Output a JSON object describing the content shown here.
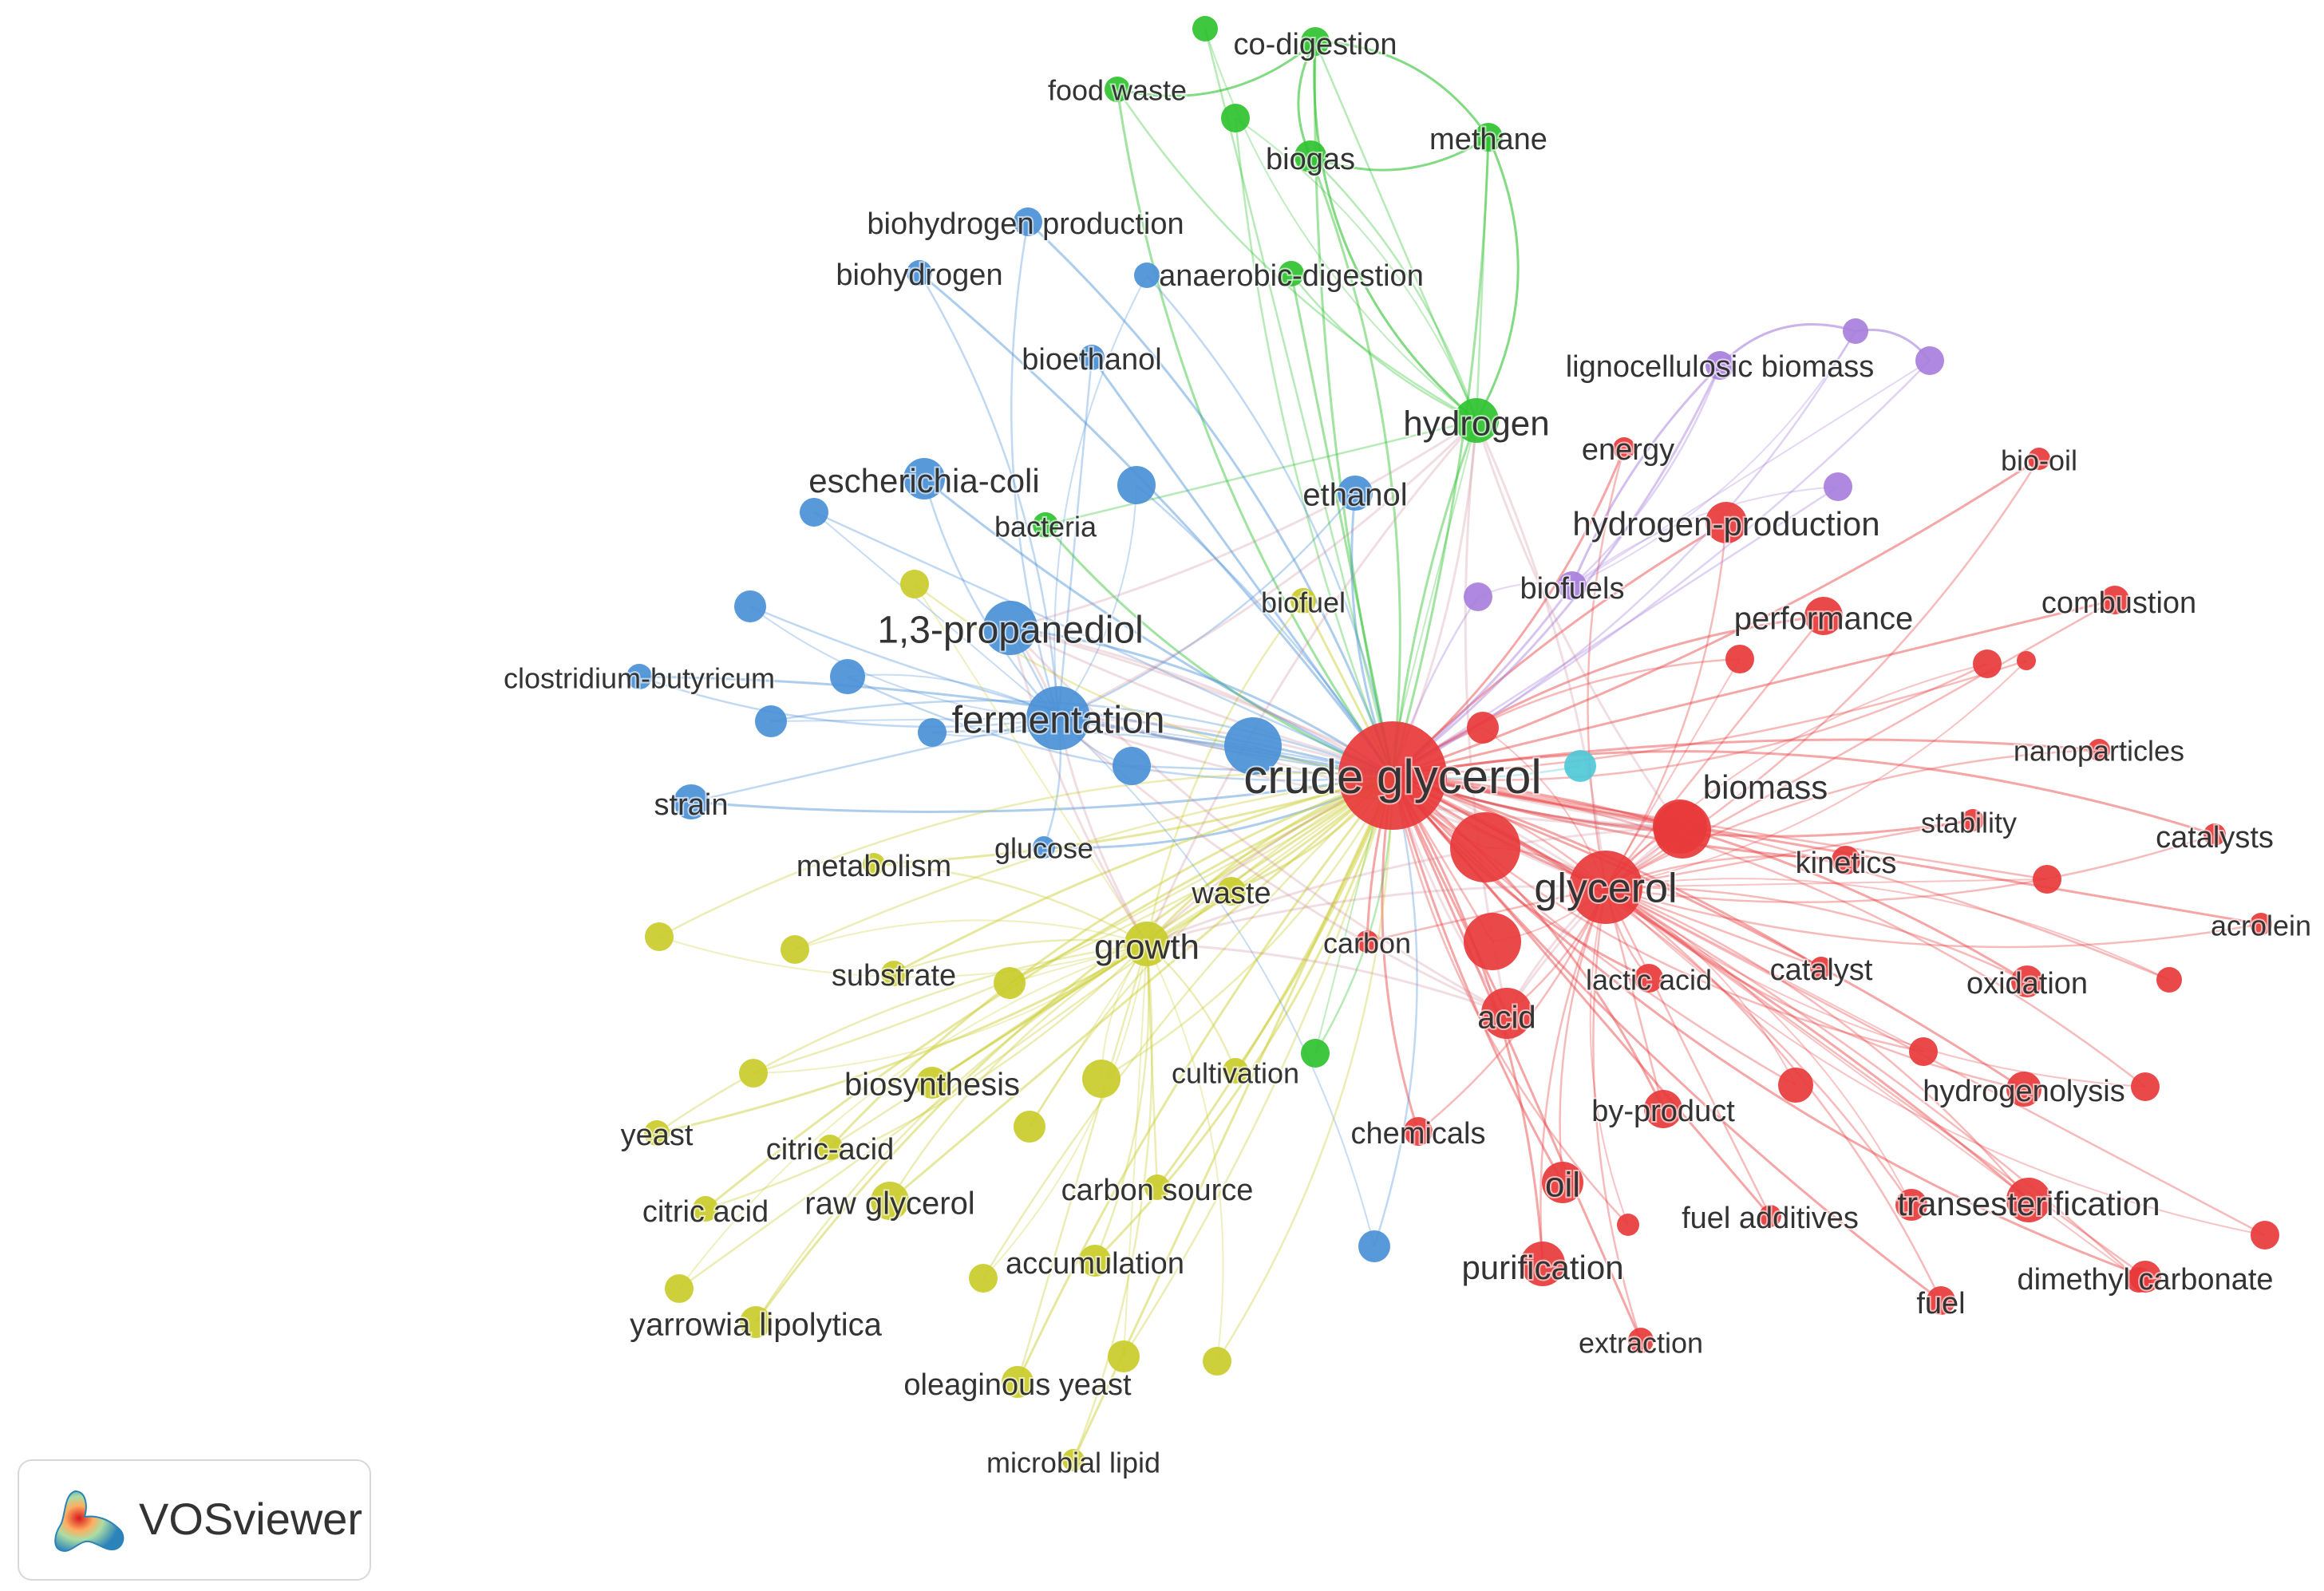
{
  "legend": {
    "app_name": "VOSviewer"
  },
  "colors": {
    "red": "#e8393b",
    "green": "#2fc22f",
    "blue": "#4a90d6",
    "yellow": "#c9cc2a",
    "purple": "#a77fdc",
    "cyan": "#4fc8d8"
  },
  "nodes": [
    {
      "id": "crude-glycerol",
      "label": "crude glycerol",
      "cluster": "red"
    },
    {
      "id": "glycerol",
      "label": "glycerol",
      "cluster": "red"
    },
    {
      "id": "biomass",
      "label": "biomass",
      "cluster": "red"
    },
    {
      "id": "hydrogen-production",
      "label": "hydrogen-production",
      "cluster": "red"
    },
    {
      "id": "performance",
      "label": "performance",
      "cluster": "red"
    },
    {
      "id": "energy",
      "label": "energy",
      "cluster": "red"
    },
    {
      "id": "bio-oil",
      "label": "bio-oil",
      "cluster": "red"
    },
    {
      "id": "combustion",
      "label": "combustion",
      "cluster": "red"
    },
    {
      "id": "nanoparticles",
      "label": "nanoparticles",
      "cluster": "red"
    },
    {
      "id": "catalysts",
      "label": "catalysts",
      "cluster": "red"
    },
    {
      "id": "stability",
      "label": "stability",
      "cluster": "red"
    },
    {
      "id": "kinetics",
      "label": "kinetics",
      "cluster": "red"
    },
    {
      "id": "acrolein",
      "label": "acrolein",
      "cluster": "red"
    },
    {
      "id": "catalyst",
      "label": "catalyst",
      "cluster": "red"
    },
    {
      "id": "oxidation",
      "label": "oxidation",
      "cluster": "red"
    },
    {
      "id": "lactic-acid",
      "label": "lactic acid",
      "cluster": "red"
    },
    {
      "id": "carbon",
      "label": "carbon",
      "cluster": "red"
    },
    {
      "id": "acid",
      "label": "acid",
      "cluster": "red"
    },
    {
      "id": "hydrogenolysis",
      "label": "hydrogenolysis",
      "cluster": "red"
    },
    {
      "id": "by-product",
      "label": "by-product",
      "cluster": "red"
    },
    {
      "id": "chemicals",
      "label": "chemicals",
      "cluster": "red"
    },
    {
      "id": "oil",
      "label": "oil",
      "cluster": "red"
    },
    {
      "id": "fuel-additives",
      "label": "fuel additives",
      "cluster": "red"
    },
    {
      "id": "transesterification",
      "label": "transesterification",
      "cluster": "red"
    },
    {
      "id": "purification",
      "label": "purification",
      "cluster": "red"
    },
    {
      "id": "dimethyl-carbonate",
      "label": "dimethyl carbonate",
      "cluster": "red"
    },
    {
      "id": "fuel",
      "label": "fuel",
      "cluster": "red"
    },
    {
      "id": "extraction",
      "label": "extraction",
      "cluster": "red"
    },
    {
      "id": "co-digestion",
      "label": "co-digestion",
      "cluster": "green"
    },
    {
      "id": "food-waste",
      "label": "food waste",
      "cluster": "green"
    },
    {
      "id": "biogas",
      "label": "biogas",
      "cluster": "green"
    },
    {
      "id": "methane",
      "label": "methane",
      "cluster": "green"
    },
    {
      "id": "anaerobic-digestion",
      "label": "anaerobic-digestion",
      "cluster": "green"
    },
    {
      "id": "hydrogen",
      "label": "hydrogen",
      "cluster": "green"
    },
    {
      "id": "bacteria",
      "label": "bacteria",
      "cluster": "green"
    },
    {
      "id": "biohydrogen-production",
      "label": "biohydrogen production",
      "cluster": "blue"
    },
    {
      "id": "biohydrogen",
      "label": "biohydrogen",
      "cluster": "blue"
    },
    {
      "id": "bioethanol",
      "label": "bioethanol",
      "cluster": "blue"
    },
    {
      "id": "escherichia-coli",
      "label": "escherichia-coli",
      "cluster": "blue"
    },
    {
      "id": "ethanol",
      "label": "ethanol",
      "cluster": "blue"
    },
    {
      "id": "propanediol",
      "label": "1,3-propanediol",
      "cluster": "blue"
    },
    {
      "id": "clostridium-butyricum",
      "label": "clostridium-butyricum",
      "cluster": "blue"
    },
    {
      "id": "fermentation",
      "label": "fermentation",
      "cluster": "blue"
    },
    {
      "id": "strain",
      "label": "strain",
      "cluster": "blue"
    },
    {
      "id": "glucose",
      "label": "glucose",
      "cluster": "blue"
    },
    {
      "id": "lignocellulosic-biomass",
      "label": "lignocellulosic biomass",
      "cluster": "purple"
    },
    {
      "id": "biofuels",
      "label": "biofuels",
      "cluster": "purple"
    },
    {
      "id": "biofuel",
      "label": "biofuel",
      "cluster": "yellow"
    },
    {
      "id": "metabolism",
      "label": "metabolism",
      "cluster": "yellow"
    },
    {
      "id": "waste",
      "label": "waste",
      "cluster": "yellow"
    },
    {
      "id": "growth",
      "label": "growth",
      "cluster": "yellow"
    },
    {
      "id": "substrate",
      "label": "substrate",
      "cluster": "yellow"
    },
    {
      "id": "biosynthesis",
      "label": "biosynthesis",
      "cluster": "yellow"
    },
    {
      "id": "cultivation",
      "label": "cultivation",
      "cluster": "yellow"
    },
    {
      "id": "yeast",
      "label": "yeast",
      "cluster": "yellow"
    },
    {
      "id": "citric-acid-hyphen",
      "label": "citric-acid",
      "cluster": "yellow"
    },
    {
      "id": "citric-acid",
      "label": "citric acid",
      "cluster": "yellow"
    },
    {
      "id": "raw-glycerol",
      "label": "raw glycerol",
      "cluster": "yellow"
    },
    {
      "id": "carbon-source",
      "label": "carbon source",
      "cluster": "yellow"
    },
    {
      "id": "accumulation",
      "label": "accumulation",
      "cluster": "yellow"
    },
    {
      "id": "yarrowia-lipolytica",
      "label": "yarrowia lipolytica",
      "cluster": "yellow"
    },
    {
      "id": "oleaginous-yeast",
      "label": "oleaginous yeast",
      "cluster": "yellow"
    },
    {
      "id": "microbial-lipid",
      "label": "microbial lipid",
      "cluster": "yellow"
    }
  ]
}
